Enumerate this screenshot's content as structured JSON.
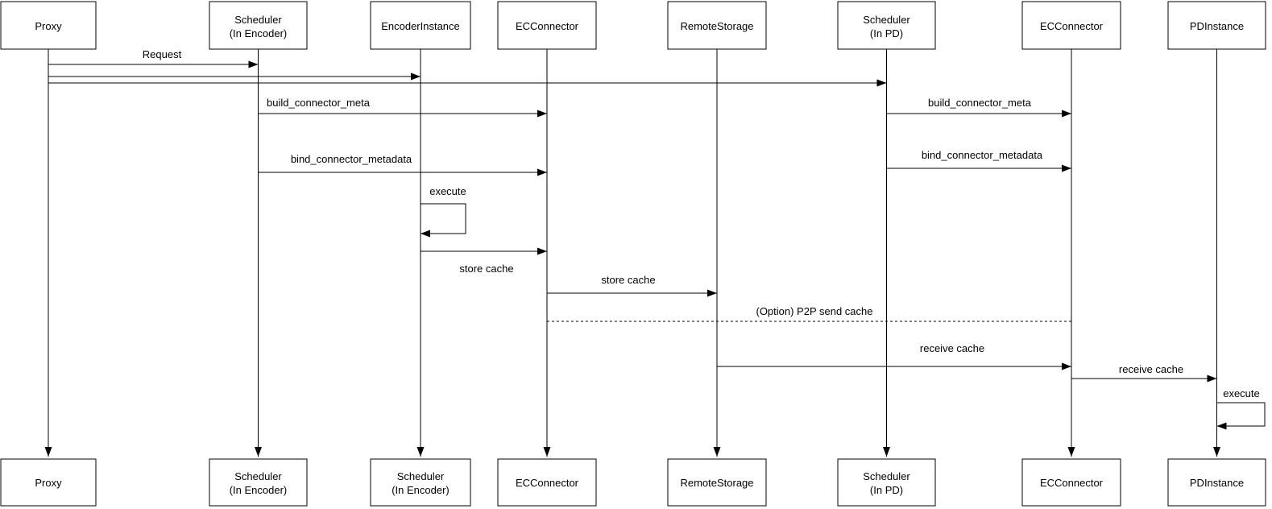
{
  "canvas": {
    "background": "#ffffff"
  },
  "colors": {
    "line": "#000000",
    "text": "#000000",
    "box_fill": "#ffffff",
    "box_border": "#000000"
  },
  "diagram_type": "sequence-diagram",
  "actors_top": [
    {
      "lines": [
        "Proxy"
      ]
    },
    {
      "lines": [
        "Scheduler",
        "(In Encoder)"
      ]
    },
    {
      "lines": [
        "EncoderInstance"
      ]
    },
    {
      "lines": [
        "ECConnector"
      ]
    },
    {
      "lines": [
        "RemoteStorage"
      ]
    },
    {
      "lines": [
        "Scheduler",
        "(In PD)"
      ]
    },
    {
      "lines": [
        "ECConnector"
      ]
    },
    {
      "lines": [
        "PDInstance"
      ]
    }
  ],
  "actors_bottom": [
    {
      "lines": [
        "Proxy"
      ]
    },
    {
      "lines": [
        "Scheduler",
        "(In Encoder)"
      ]
    },
    {
      "lines": [
        "Scheduler",
        "(In Encoder)"
      ]
    },
    {
      "lines": [
        "ECConnector"
      ]
    },
    {
      "lines": [
        "RemoteStorage"
      ]
    },
    {
      "lines": [
        "Scheduler",
        "(In PD)"
      ]
    },
    {
      "lines": [
        "ECConnector"
      ]
    },
    {
      "lines": [
        "PDInstance"
      ]
    }
  ],
  "messages": [
    {
      "label": "Request",
      "from": "Proxy",
      "to": "Scheduler (In Encoder)",
      "style": "solid"
    },
    {
      "label": "",
      "from": "Proxy",
      "to": "EncoderInstance",
      "style": "solid"
    },
    {
      "label": "",
      "from": "Proxy",
      "to": "Scheduler (In PD)",
      "style": "solid"
    },
    {
      "label": "build_connector_meta",
      "from": "Scheduler (In Encoder)",
      "to": "ECConnector",
      "style": "solid"
    },
    {
      "label": "build_connector_meta",
      "from": "Scheduler (In PD)",
      "to": "ECConnector (PD side)",
      "style": "solid"
    },
    {
      "label": "bind_connector_metadata",
      "from": "Scheduler (In Encoder)",
      "to": "ECConnector",
      "style": "solid"
    },
    {
      "label": "bind_connector_metadata",
      "from": "Scheduler (In PD)",
      "to": "ECConnector (PD side)",
      "style": "solid"
    },
    {
      "label": "execute",
      "from": "EncoderInstance",
      "to": "EncoderInstance",
      "style": "self"
    },
    {
      "label": "store cache",
      "from": "EncoderInstance",
      "to": "ECConnector",
      "style": "solid"
    },
    {
      "label": "store cache",
      "from": "ECConnector",
      "to": "RemoteStorage",
      "style": "solid"
    },
    {
      "label": "(Option) P2P send cache",
      "from": "ECConnector",
      "to": "ECConnector (PD side)",
      "style": "dashed"
    },
    {
      "label": "receive cache",
      "from": "RemoteStorage",
      "to": "ECConnector (PD side)",
      "style": "solid"
    },
    {
      "label": "receive cache",
      "from": "ECConnector (PD side)",
      "to": "PDInstance",
      "style": "solid"
    },
    {
      "label": "execute",
      "from": "PDInstance",
      "to": "PDInstance",
      "style": "self"
    }
  ]
}
